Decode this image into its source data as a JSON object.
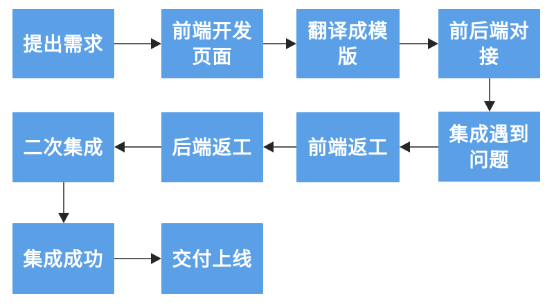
{
  "diagram": {
    "type": "flowchart",
    "language": "zh-CN",
    "colors": {
      "node_fill": "#5BA0E6",
      "node_text": "#FFFFFF",
      "connector_line": "#5A5A5A",
      "connector_head": "#262626",
      "background": "#FFFFFF"
    },
    "nodes": [
      {
        "id": "propose-requirements",
        "label": "提出需求",
        "display": "提出需求"
      },
      {
        "id": "frontend-develop-page",
        "label": "前端开发页面",
        "display": "前端开发\n页面"
      },
      {
        "id": "translate-to-template",
        "label": "翻译成模版",
        "display": "翻译成模\n版"
      },
      {
        "id": "frontend-backend-integration",
        "label": "前后端对接",
        "display": "前后端对\n接"
      },
      {
        "id": "integration-problems",
        "label": "集成遇到问题",
        "display": "集成遇到\n问题"
      },
      {
        "id": "frontend-rework",
        "label": "前端返工",
        "display": "前端返工"
      },
      {
        "id": "backend-rework",
        "label": "后端返工",
        "display": "后端返工"
      },
      {
        "id": "second-integration",
        "label": "二次集成",
        "display": "二次集成"
      },
      {
        "id": "integration-success",
        "label": "集成成功",
        "display": "集成成功"
      },
      {
        "id": "deliver-go-live",
        "label": "交付上线",
        "display": "交付上线"
      }
    ],
    "edges": [
      {
        "from": "propose-requirements",
        "to": "frontend-develop-page",
        "direction": "right"
      },
      {
        "from": "frontend-develop-page",
        "to": "translate-to-template",
        "direction": "right"
      },
      {
        "from": "translate-to-template",
        "to": "frontend-backend-integration",
        "direction": "right"
      },
      {
        "from": "frontend-backend-integration",
        "to": "integration-problems",
        "direction": "down"
      },
      {
        "from": "integration-problems",
        "to": "frontend-rework",
        "direction": "left"
      },
      {
        "from": "frontend-rework",
        "to": "backend-rework",
        "direction": "left"
      },
      {
        "from": "backend-rework",
        "to": "second-integration",
        "direction": "left"
      },
      {
        "from": "second-integration",
        "to": "integration-success",
        "direction": "down"
      },
      {
        "from": "integration-success",
        "to": "deliver-go-live",
        "direction": "right"
      }
    ]
  }
}
